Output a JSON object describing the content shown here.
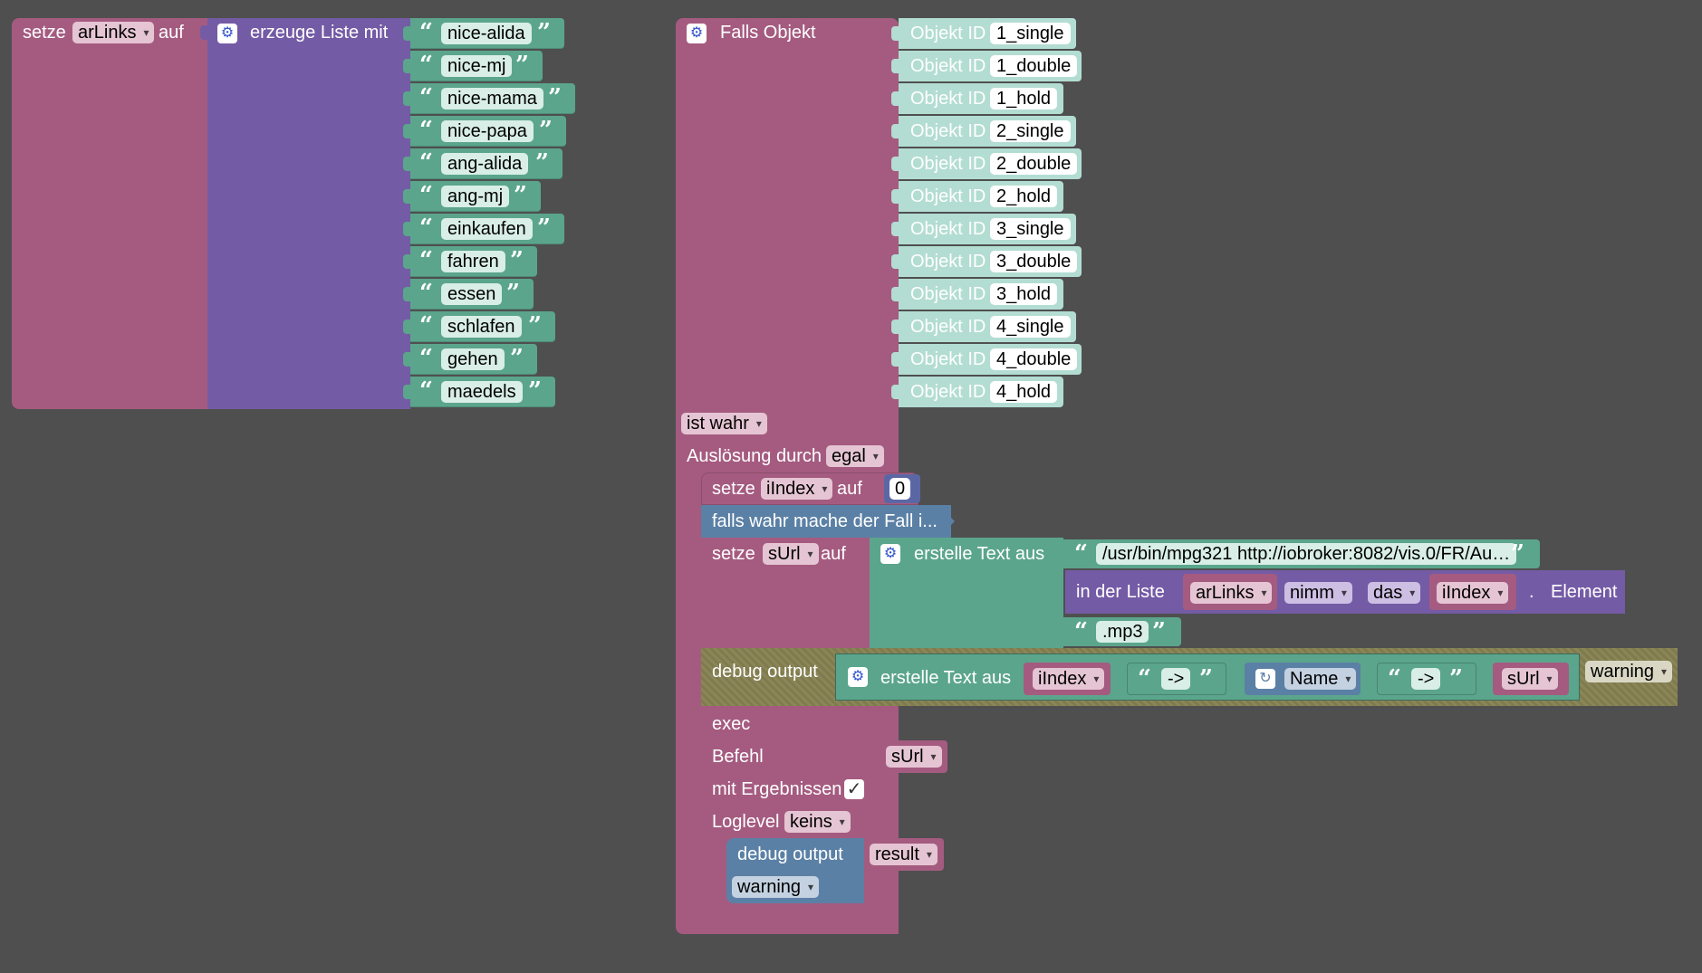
{
  "block1": {
    "setze": "setze",
    "var": "arLinks",
    "auf": "auf",
    "create_list": "erzeuge Liste mit",
    "items": [
      "nice-alida",
      "nice-mj",
      "nice-mama",
      "nice-papa",
      "ang-alida",
      "ang-mj",
      "einkaufen",
      "fahren",
      "essen",
      "schlafen",
      "gehen",
      "maedels"
    ]
  },
  "trigger": {
    "title": "Falls Objekt",
    "objid_label": "Objekt ID",
    "objects": [
      "1_single",
      "1_double",
      "1_hold",
      "2_single",
      "2_double",
      "2_hold",
      "3_single",
      "3_double",
      "3_hold",
      "4_single",
      "4_double",
      "4_hold"
    ],
    "condition": "ist wahr",
    "ausloesung": "Auslösung durch",
    "ausloesung_value": "egal"
  },
  "set_index": {
    "setze": "setze",
    "var": "iIndex",
    "auf": "auf",
    "value": "0"
  },
  "if_block": {
    "label": "falls wahr mache der Fall i..."
  },
  "set_url": {
    "setze": "setze",
    "var": "sUrl",
    "auf": "auf",
    "create_text": "erstelle Text aus",
    "text1": "/usr/bin/mpg321 http://iobroker:8082/vis.0/FR/Au…",
    "in_list": "in der Liste",
    "list_var": "arLinks",
    "nimm": "nimm",
    "das": "das",
    "index_var": "iIndex",
    "dot": ".",
    "element": "Element",
    "text2": ".mp3"
  },
  "debug1": {
    "label": "debug output",
    "create_text": "erstelle Text aus",
    "v1": "iIndex",
    "s1": "->",
    "name": "Name",
    "s2": "->",
    "v2": "sUrl",
    "level": "warning"
  },
  "exec": {
    "label": "exec",
    "befehl": "Befehl",
    "befehl_var": "sUrl",
    "mit_ergebnissen": "mit Ergebnissen",
    "check": "✓",
    "loglevel": "Loglevel",
    "loglevel_value": "keins"
  },
  "debug2": {
    "label": "debug output",
    "var": "result",
    "level": "warning"
  },
  "colors": {
    "background": "#4f4f4f",
    "variables": "#a55b80",
    "lists": "#745ba5",
    "text": "#5ba58c",
    "logic": "#5b80a5",
    "system": "#858050"
  }
}
